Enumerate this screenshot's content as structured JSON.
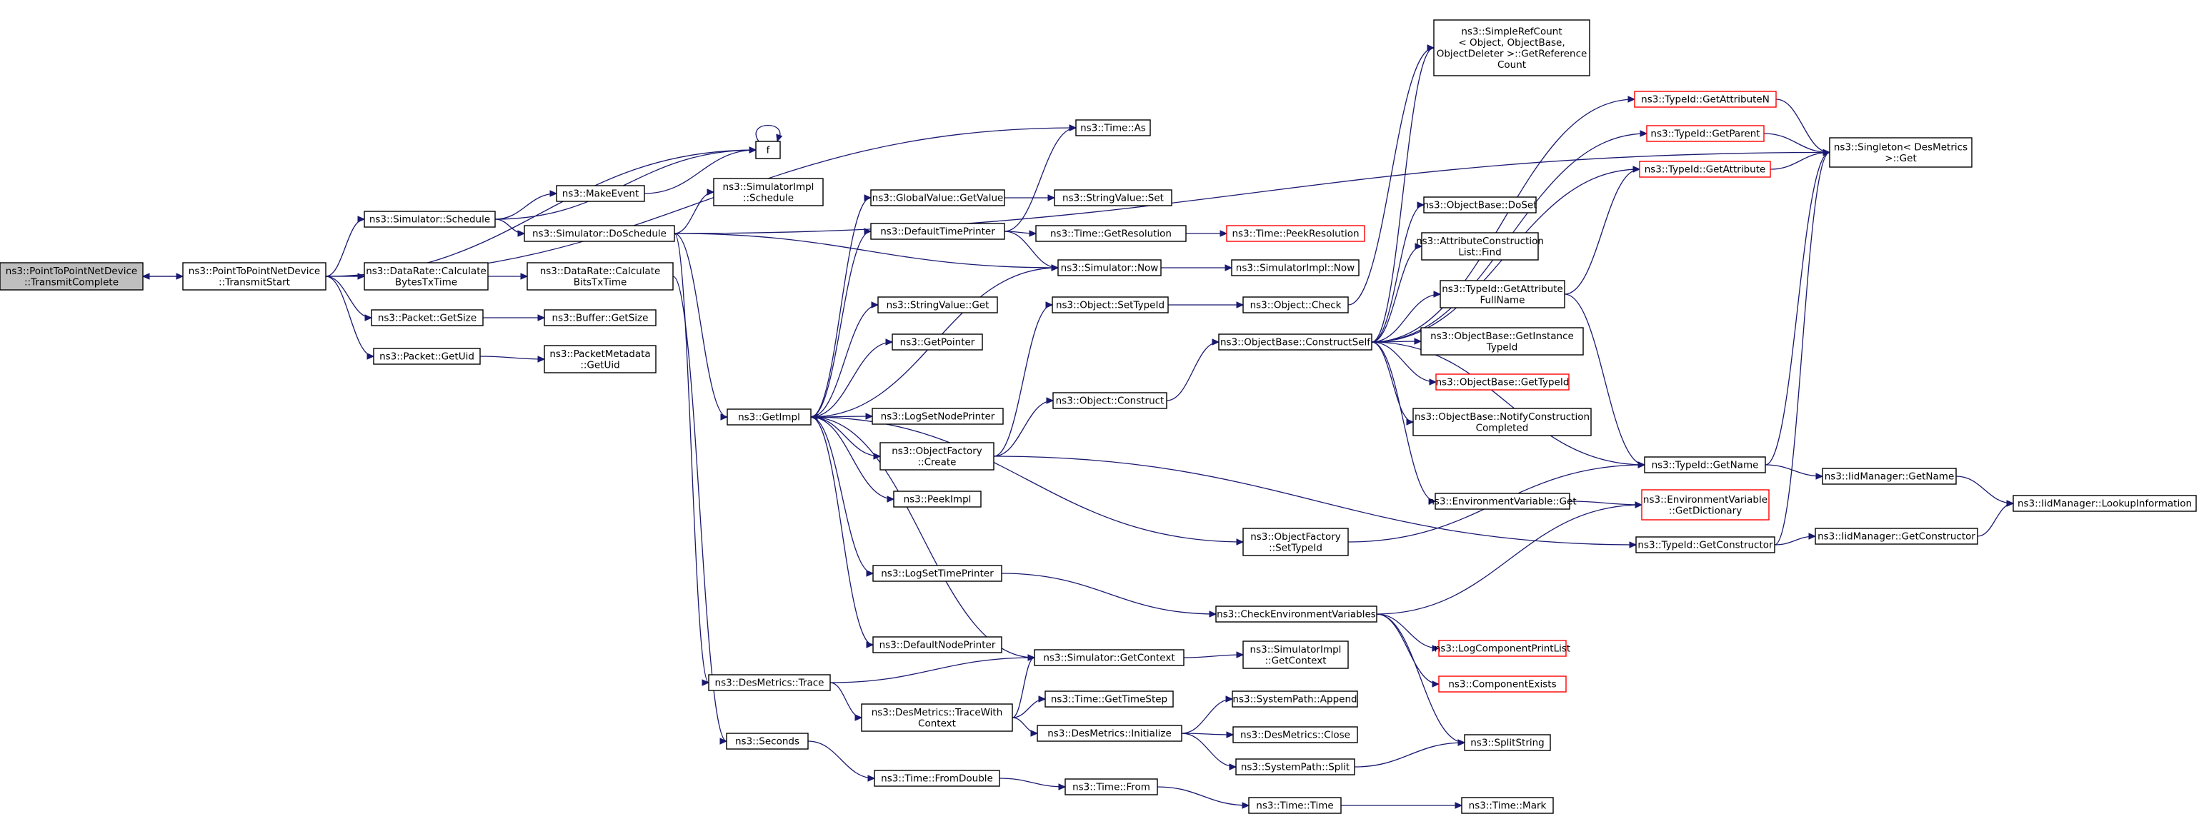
{
  "title": "",
  "colors": {
    "edge": "#191970",
    "node_border": "#000000",
    "node_border_external": "#ff0000",
    "root_fill": "#bfbfbf"
  },
  "nodes": [
    {
      "id": "n_root",
      "lines": [
        "ns3::PointToPointNetDevice",
        "::TransmitComplete"
      ],
      "style": "root"
    },
    {
      "id": "n_tstart",
      "lines": [
        "ns3::PointToPointNetDevice",
        "::TransmitStart"
      ]
    },
    {
      "id": "n_schedule",
      "lines": [
        "ns3::Simulator::Schedule"
      ]
    },
    {
      "id": "n_f",
      "lines": [
        "f"
      ]
    },
    {
      "id": "n_makeevent",
      "lines": [
        "ns3::MakeEvent"
      ]
    },
    {
      "id": "n_doschedule",
      "lines": [
        "ns3::Simulator::DoSchedule"
      ]
    },
    {
      "id": "n_simimpl_sched",
      "lines": [
        "ns3::SimulatorImpl",
        "::Schedule"
      ]
    },
    {
      "id": "n_drbytes",
      "lines": [
        "ns3::DataRate::Calculate",
        "BytesTxTime"
      ]
    },
    {
      "id": "n_drbits",
      "lines": [
        "ns3::DataRate::Calculate",
        "BitsTxTime"
      ]
    },
    {
      "id": "n_pktsize",
      "lines": [
        "ns3::Packet::GetSize"
      ]
    },
    {
      "id": "n_bufsize",
      "lines": [
        "ns3::Buffer::GetSize"
      ]
    },
    {
      "id": "n_pktuid",
      "lines": [
        "ns3::Packet::GetUid"
      ]
    },
    {
      "id": "n_pmuid",
      "lines": [
        "ns3::PacketMetadata",
        "::GetUid"
      ]
    },
    {
      "id": "n_getimpl",
      "lines": [
        "ns3::GetImpl"
      ]
    },
    {
      "id": "n_gvgetvalue",
      "lines": [
        "ns3::GlobalValue::GetValue"
      ]
    },
    {
      "id": "n_svset",
      "lines": [
        "ns3::StringValue::Set"
      ]
    },
    {
      "id": "n_deftimepr",
      "lines": [
        "ns3::DefaultTimePrinter"
      ]
    },
    {
      "id": "n_timeas",
      "lines": [
        "ns3::Time::As"
      ]
    },
    {
      "id": "n_getres",
      "lines": [
        "ns3::Time::GetResolution"
      ]
    },
    {
      "id": "n_peekres",
      "lines": [
        "ns3::Time::PeekResolution"
      ],
      "style": "red"
    },
    {
      "id": "n_simnow",
      "lines": [
        "ns3::Simulator::Now"
      ]
    },
    {
      "id": "n_simimplnow",
      "lines": [
        "ns3::SimulatorImpl::Now"
      ]
    },
    {
      "id": "n_svget",
      "lines": [
        "ns3::StringValue::Get"
      ]
    },
    {
      "id": "n_getpointer",
      "lines": [
        "ns3::GetPointer"
      ]
    },
    {
      "id": "n_settypeid",
      "lines": [
        "ns3::Object::SetTypeId"
      ]
    },
    {
      "id": "n_objcheck",
      "lines": [
        "ns3::Object::Check"
      ]
    },
    {
      "id": "n_logsetnode",
      "lines": [
        "ns3::LogSetNodePrinter"
      ]
    },
    {
      "id": "n_ofcreate",
      "lines": [
        "ns3::ObjectFactory",
        "::Create"
      ]
    },
    {
      "id": "n_objconstruct",
      "lines": [
        "ns3::Object::Construct"
      ]
    },
    {
      "id": "n_peekimpl",
      "lines": [
        "ns3::PeekImpl"
      ]
    },
    {
      "id": "n_ofsettypeid",
      "lines": [
        "ns3::ObjectFactory",
        "::SetTypeId"
      ]
    },
    {
      "id": "n_logsettime",
      "lines": [
        "ns3::LogSetTimePrinter"
      ]
    },
    {
      "id": "n_checkenv",
      "lines": [
        "ns3::CheckEnvironmentVariables"
      ]
    },
    {
      "id": "n_defnodepr",
      "lines": [
        "ns3::DefaultNodePrinter"
      ]
    },
    {
      "id": "n_simgetctx",
      "lines": [
        "ns3::Simulator::GetContext"
      ]
    },
    {
      "id": "n_simimplctx",
      "lines": [
        "ns3::SimulatorImpl",
        "::GetContext"
      ]
    },
    {
      "id": "n_dmtrace",
      "lines": [
        "ns3::DesMetrics::Trace"
      ]
    },
    {
      "id": "n_dmtracectx",
      "lines": [
        "ns3::DesMetrics::TraceWith",
        "Context"
      ]
    },
    {
      "id": "n_timestep",
      "lines": [
        "ns3::Time::GetTimeStep"
      ]
    },
    {
      "id": "n_dminit",
      "lines": [
        "ns3::DesMetrics::Initialize"
      ]
    },
    {
      "id": "n_spappend",
      "lines": [
        "ns3::SystemPath::Append"
      ]
    },
    {
      "id": "n_dmclose",
      "lines": [
        "ns3::DesMetrics::Close"
      ]
    },
    {
      "id": "n_spsplit",
      "lines": [
        "ns3::SystemPath::Split"
      ]
    },
    {
      "id": "n_seconds",
      "lines": [
        "ns3::Seconds"
      ]
    },
    {
      "id": "n_fromdouble",
      "lines": [
        "ns3::Time::FromDouble"
      ]
    },
    {
      "id": "n_timefrom",
      "lines": [
        "ns3::Time::From"
      ]
    },
    {
      "id": "n_timetime",
      "lines": [
        "ns3::Time::Time"
      ]
    },
    {
      "id": "n_timemark",
      "lines": [
        "ns3::Time::Mark"
      ]
    },
    {
      "id": "n_splitstring",
      "lines": [
        "ns3::SplitString"
      ]
    },
    {
      "id": "n_simplerefcount",
      "lines": [
        "ns3::SimpleRefCount",
        "< Object, ObjectBase,",
        "ObjectDeleter >::GetReference",
        "Count"
      ]
    },
    {
      "id": "n_tidgetattrn",
      "lines": [
        "ns3::TypeId::GetAttributeN"
      ],
      "style": "red"
    },
    {
      "id": "n_tidgetparent",
      "lines": [
        "ns3::TypeId::GetParent"
      ],
      "style": "red"
    },
    {
      "id": "n_tidgetattr",
      "lines": [
        "ns3::TypeId::GetAttribute"
      ],
      "style": "red"
    },
    {
      "id": "n_singleton",
      "lines": [
        "ns3::Singleton< DesMetrics",
        ">::Get"
      ]
    },
    {
      "id": "n_obdoset",
      "lines": [
        "ns3::ObjectBase::DoSet"
      ]
    },
    {
      "id": "n_aclfind",
      "lines": [
        "ns3::AttributeConstruction",
        "List::Find"
      ]
    },
    {
      "id": "n_obconstructself",
      "lines": [
        "ns3::ObjectBase::ConstructSelf"
      ]
    },
    {
      "id": "n_tidgetattrfull",
      "lines": [
        "ns3::TypeId::GetAttribute",
        "FullName"
      ]
    },
    {
      "id": "n_obgetinst",
      "lines": [
        "ns3::ObjectBase::GetInstance",
        "TypeId"
      ]
    },
    {
      "id": "n_obgettypeid",
      "lines": [
        "ns3::ObjectBase::GetTypeId"
      ],
      "style": "red"
    },
    {
      "id": "n_obnotify",
      "lines": [
        "ns3::ObjectBase::NotifyConstruction",
        "Completed"
      ]
    },
    {
      "id": "n_tidgetname",
      "lines": [
        "ns3::TypeId::GetName"
      ]
    },
    {
      "id": "n_iidgetname",
      "lines": [
        "ns3::IidManager::GetName"
      ]
    },
    {
      "id": "n_iidlookup",
      "lines": [
        "ns3::IidManager::LookupInformation"
      ]
    },
    {
      "id": "n_envget",
      "lines": [
        "ns3::EnvironmentVariable::Get"
      ]
    },
    {
      "id": "n_envdict",
      "lines": [
        "ns3::EnvironmentVariable",
        "::GetDictionary"
      ],
      "style": "red"
    },
    {
      "id": "n_tidgetctor",
      "lines": [
        "ns3::TypeId::GetConstructor"
      ]
    },
    {
      "id": "n_iidgetctor",
      "lines": [
        "ns3::IidManager::GetConstructor"
      ]
    },
    {
      "id": "n_logcomplist",
      "lines": [
        "ns3::LogComponentPrintList"
      ],
      "style": "red"
    },
    {
      "id": "n_compexists",
      "lines": [
        "ns3::ComponentExists"
      ],
      "style": "red"
    }
  ],
  "edges": [
    [
      "n_tstart",
      "n_root"
    ],
    [
      "n_root",
      "n_tstart"
    ],
    [
      "n_tstart",
      "n_schedule"
    ],
    [
      "n_tstart",
      "n_f"
    ],
    [
      "n_tstart",
      "n_timeas"
    ],
    [
      "n_tstart",
      "n_drbytes"
    ],
    [
      "n_tstart",
      "n_pktsize"
    ],
    [
      "n_tstart",
      "n_pktuid"
    ],
    [
      "n_schedule",
      "n_f"
    ],
    [
      "n_schedule",
      "n_makeevent"
    ],
    [
      "n_schedule",
      "n_doschedule"
    ],
    [
      "n_makeevent",
      "n_f"
    ],
    [
      "n_f",
      "n_f"
    ],
    [
      "n_doschedule",
      "n_simimpl_sched"
    ],
    [
      "n_doschedule",
      "n_getimpl"
    ],
    [
      "n_doschedule",
      "n_simnow"
    ],
    [
      "n_doschedule",
      "n_dmtrace"
    ],
    [
      "n_doschedule",
      "n_singleton"
    ],
    [
      "n_drbytes",
      "n_drbits"
    ],
    [
      "n_drbits",
      "n_seconds"
    ],
    [
      "n_pktsize",
      "n_bufsize"
    ],
    [
      "n_pktuid",
      "n_pmuid"
    ],
    [
      "n_getimpl",
      "n_gvgetvalue"
    ],
    [
      "n_getimpl",
      "n_deftimepr"
    ],
    [
      "n_getimpl",
      "n_svget"
    ],
    [
      "n_getimpl",
      "n_getpointer"
    ],
    [
      "n_getimpl",
      "n_logsetnode"
    ],
    [
      "n_getimpl",
      "n_ofcreate"
    ],
    [
      "n_getimpl",
      "n_peekimpl"
    ],
    [
      "n_getimpl",
      "n_ofsettypeid"
    ],
    [
      "n_getimpl",
      "n_logsettime"
    ],
    [
      "n_getimpl",
      "n_defnodepr"
    ],
    [
      "n_gvgetvalue",
      "n_svset"
    ],
    [
      "n_deftimepr",
      "n_timeas"
    ],
    [
      "n_deftimepr",
      "n_getres"
    ],
    [
      "n_deftimepr",
      "n_simnow"
    ],
    [
      "n_getres",
      "n_peekres"
    ],
    [
      "n_simnow",
      "n_getimpl"
    ],
    [
      "n_simnow",
      "n_simimplnow"
    ],
    [
      "n_ofcreate",
      "n_settypeid"
    ],
    [
      "n_ofcreate",
      "n_objconstruct"
    ],
    [
      "n_ofcreate",
      "n_tidgetctor"
    ],
    [
      "n_settypeid",
      "n_objcheck"
    ],
    [
      "n_objcheck",
      "n_simplerefcount"
    ],
    [
      "n_objconstruct",
      "n_obconstructself"
    ],
    [
      "n_ofsettypeid",
      "n_tidgetname"
    ],
    [
      "n_logsettime",
      "n_checkenv"
    ],
    [
      "n_checkenv",
      "n_envdict"
    ],
    [
      "n_checkenv",
      "n_logcomplist"
    ],
    [
      "n_checkenv",
      "n_compexists"
    ],
    [
      "n_checkenv",
      "n_splitstring"
    ],
    [
      "n_simgetctx",
      "n_getimpl"
    ],
    [
      "n_simgetctx",
      "n_simimplctx"
    ],
    [
      "n_dmtrace",
      "n_simgetctx"
    ],
    [
      "n_dmtrace",
      "n_dmtracectx"
    ],
    [
      "n_dmtracectx",
      "n_simgetctx"
    ],
    [
      "n_dmtracectx",
      "n_timestep"
    ],
    [
      "n_dmtracectx",
      "n_dminit"
    ],
    [
      "n_dminit",
      "n_spappend"
    ],
    [
      "n_dminit",
      "n_dmclose"
    ],
    [
      "n_dminit",
      "n_spsplit"
    ],
    [
      "n_spsplit",
      "n_splitstring"
    ],
    [
      "n_seconds",
      "n_fromdouble"
    ],
    [
      "n_fromdouble",
      "n_timefrom"
    ],
    [
      "n_timefrom",
      "n_timetime"
    ],
    [
      "n_timetime",
      "n_timemark"
    ],
    [
      "n_obconstructself",
      "n_tidgetattrn"
    ],
    [
      "n_obconstructself",
      "n_tidgetparent"
    ],
    [
      "n_obconstructself",
      "n_tidgetattr"
    ],
    [
      "n_obconstructself",
      "n_obdoset"
    ],
    [
      "n_obconstructself",
      "n_aclfind"
    ],
    [
      "n_obconstructself",
      "n_tidgetattrfull"
    ],
    [
      "n_obconstructself",
      "n_obgetinst"
    ],
    [
      "n_obconstructself",
      "n_obgettypeid"
    ],
    [
      "n_obconstructself",
      "n_obnotify"
    ],
    [
      "n_obconstructself",
      "n_tidgetname"
    ],
    [
      "n_obconstructself",
      "n_envget"
    ],
    [
      "n_obconstructself",
      "n_simplerefcount"
    ],
    [
      "n_tidgetattrn",
      "n_singleton"
    ],
    [
      "n_tidgetparent",
      "n_singleton"
    ],
    [
      "n_tidgetattr",
      "n_singleton"
    ],
    [
      "n_tidgetattrfull",
      "n_tidgetattr"
    ],
    [
      "n_tidgetattrfull",
      "n_tidgetname"
    ],
    [
      "n_tidgetname",
      "n_singleton"
    ],
    [
      "n_tidgetname",
      "n_iidgetname"
    ],
    [
      "n_iidgetname",
      "n_iidlookup"
    ],
    [
      "n_envget",
      "n_envdict"
    ],
    [
      "n_tidgetctor",
      "n_singleton"
    ],
    [
      "n_tidgetctor",
      "n_iidgetctor"
    ],
    [
      "n_iidgetctor",
      "n_iidlookup"
    ]
  ]
}
